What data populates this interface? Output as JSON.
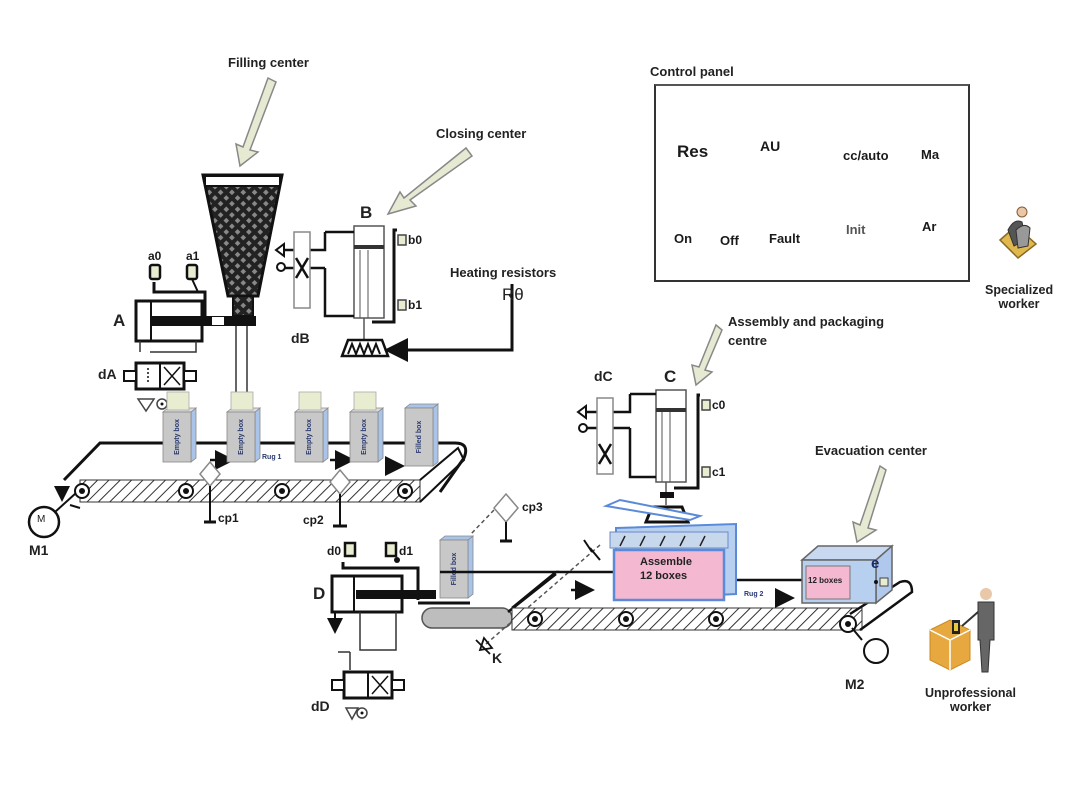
{
  "title": "Automated box filling, closing, assembly and evacuation system",
  "callouts": {
    "filling": "Filling center",
    "closing": "Closing center",
    "heating": "Heating resistors",
    "assembly": "Assembly and packaging centre",
    "assembly_line1": "Assembly and packaging",
    "assembly_line2": "centre",
    "evacuation": "Evacuation center"
  },
  "control_panel": {
    "title": "Control panel",
    "controls": [
      {
        "label": "Res",
        "icon": "pushbutton-no-icon"
      },
      {
        "label": "AU",
        "icon": "emergency-stop-icon"
      },
      {
        "label": "cc/auto",
        "icon": "selector-switch-icon"
      },
      {
        "label": "Ma",
        "icon": "start-button-icon"
      },
      {
        "label": "On",
        "icon": "indicator-lamp-icon"
      },
      {
        "label": "Off",
        "icon": "indicator-lamp-icon"
      },
      {
        "label": "Fault",
        "icon": "indicator-lamp-icon"
      },
      {
        "label": "Init",
        "icon": "pushbutton-no-icon"
      },
      {
        "label": "Ar",
        "icon": "stop-button-icon"
      }
    ]
  },
  "actuators": {
    "A": "A",
    "dA": "dA",
    "a0": "a0",
    "a1": "a1",
    "B": "B",
    "dB": "dB",
    "b0": "b0",
    "b1": "b1",
    "C": "C",
    "dC": "dC",
    "c0": "c0",
    "c1": "c1",
    "D": "D",
    "dD": "dD",
    "d0": "d0",
    "d1": "d1"
  },
  "sensors": {
    "cp1": "cp1",
    "cp2": "cp2",
    "cp3": "cp3",
    "K": "K",
    "e": "e"
  },
  "heater": "Rθ",
  "motors": {
    "M1": "M1",
    "M2": "M2",
    "symbol": "M"
  },
  "conveyors": {
    "rug1": "Rug 1",
    "rug2": "Rug 2"
  },
  "boxes": {
    "empty": "Empty box",
    "filled": "Filled box",
    "assemble_line1": "Assemble",
    "assemble_line2": "12 boxes",
    "pack": "12 boxes"
  },
  "workers": {
    "specialized_line1": "Specialized",
    "specialized_line2": "worker",
    "unprofessional_line1": "Unprofessional",
    "unprofessional_line2": "worker"
  },
  "colors": {
    "callout_arrow": "#e6ead2",
    "box_gray": "#c8c8c8",
    "box_lid": "#e8ecd0",
    "box_blue": "#a9c4e8",
    "pink": "#f4b8d0",
    "package_blue": "#b8d0f0"
  }
}
